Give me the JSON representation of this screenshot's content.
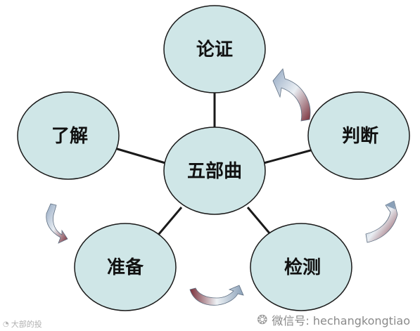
{
  "diagram": {
    "center": "五部曲",
    "nodes": {
      "top": "论证",
      "right": "判断",
      "bottom_right": "检测",
      "bottom_left": "准备",
      "left": "了解"
    },
    "colors": {
      "node_fill": "#cfe6e7",
      "node_stroke": "#1a1a1a",
      "arrow_light": "#8aa0b8",
      "arrow_dark": "#7a2f3a"
    }
  },
  "watermarks": {
    "left": "大部的投",
    "right": "微信号: hechangkongtiao"
  }
}
